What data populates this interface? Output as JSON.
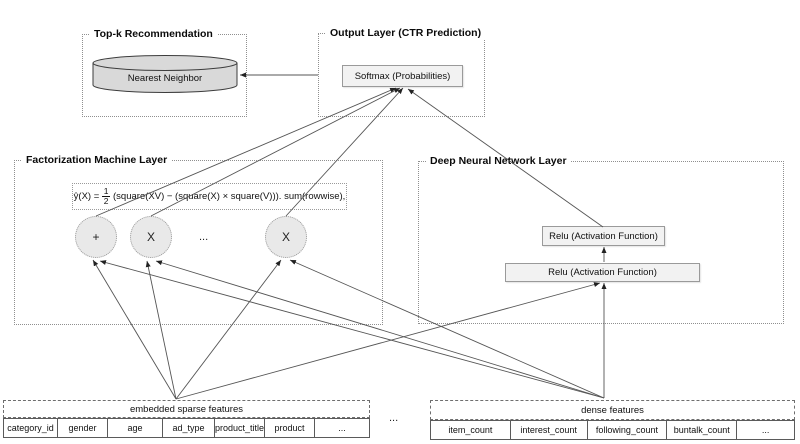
{
  "topk": {
    "title": "Top-k Recommendation",
    "cylinder_label": "Nearest Neighbor"
  },
  "output_layer": {
    "title": "Output Layer (CTR Prediction)",
    "softmax_label": "Softmax (Probabilities)"
  },
  "fm_layer": {
    "title": "Factorization Machine Layer",
    "formula": {
      "lhs": "ŷ(X) =",
      "numerator": "1",
      "denominator": "2",
      "rhs": "(square(XV) − (square(X) × square(V))). sum(rowwise),"
    },
    "nodes": [
      "+",
      "X",
      "...",
      "X"
    ]
  },
  "dnn_layer": {
    "title": "Deep Neural Network Layer",
    "relu_upper_label": "Relu (Activation Function)",
    "relu_lower_label": "Relu (Activation Function)"
  },
  "sparse_features": {
    "header": "embedded sparse features",
    "cells": [
      "category_id",
      "gender",
      "age",
      "ad_type",
      "product_title",
      "product",
      "..."
    ]
  },
  "dense_features": {
    "header": "dense features",
    "cells": [
      "item_count",
      "interest_count",
      "following_count",
      "buntalk_count",
      "..."
    ]
  },
  "separator_ellipsis": "...",
  "colors": {
    "node_fill": "#f2f2f2",
    "node_border": "#9a9a9a",
    "cylinder_fill": "#d9d9d9",
    "circle_fill": "#e9e9e9",
    "arrow": "#555555",
    "text": "#111111"
  }
}
